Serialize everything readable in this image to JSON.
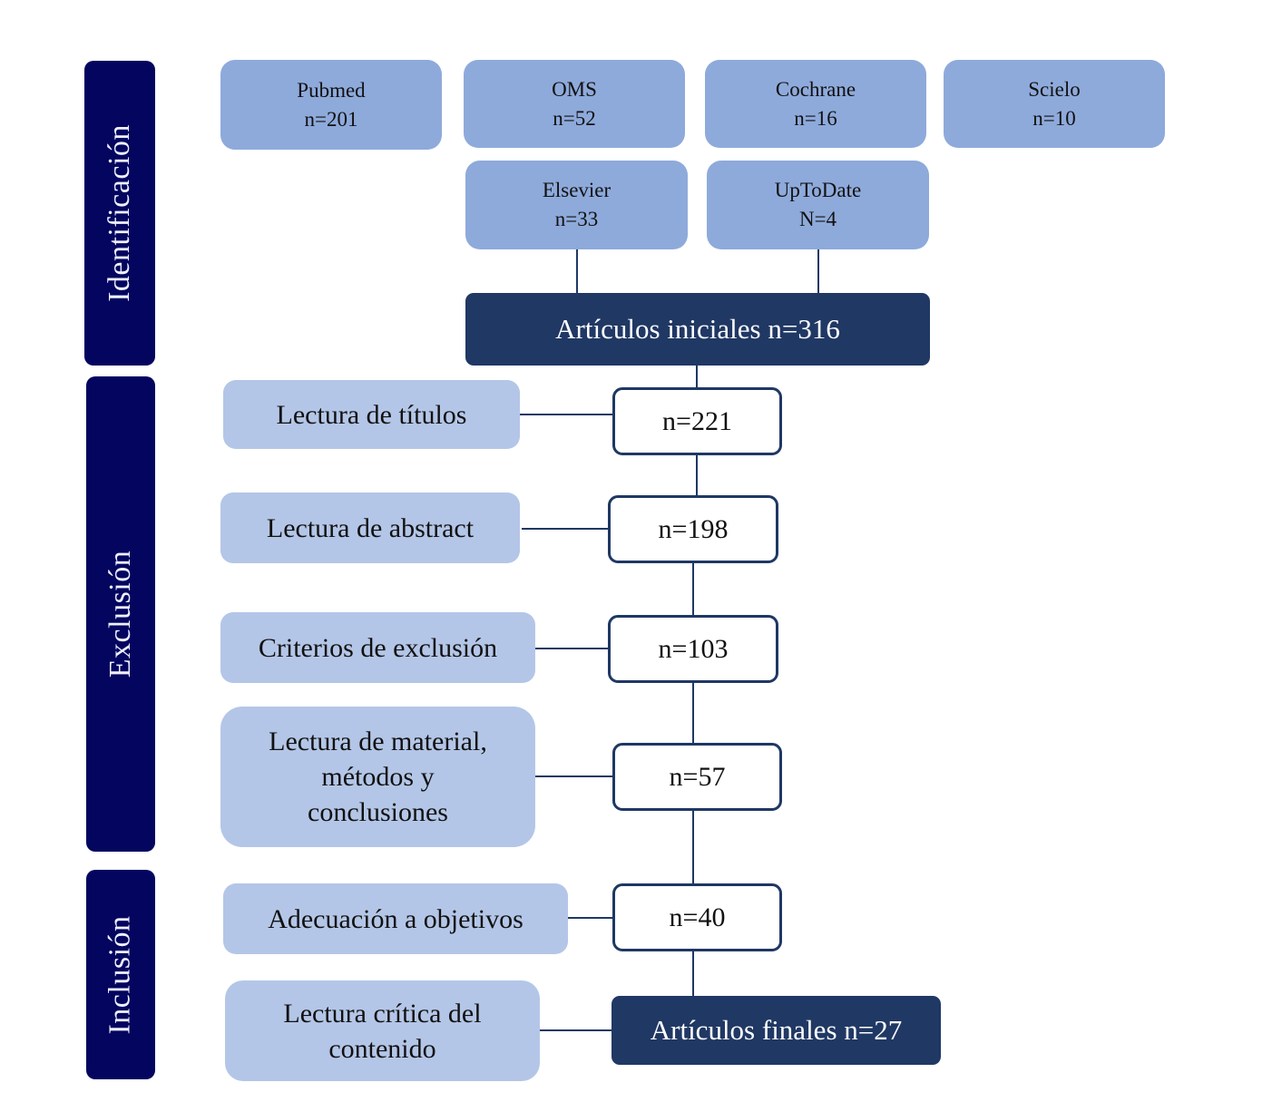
{
  "colors": {
    "phase_bg": "#03055f",
    "source_bg": "#8eaadb",
    "step_bg": "#b4c6e7",
    "result_bg": "#203864",
    "count_border": "#1f3864"
  },
  "phases": {
    "identificacion": "Identificación",
    "exclusion": "Exclusión",
    "inclusion": "Inclusión"
  },
  "sources": [
    {
      "name": "Pubmed",
      "count": "n=201"
    },
    {
      "name": "OMS",
      "count": "n=52"
    },
    {
      "name": "Cochrane",
      "count": "n=16"
    },
    {
      "name": "Scielo",
      "count": "n=10"
    },
    {
      "name": "Elsevier",
      "count": "n=33"
    },
    {
      "name": "UpToDate",
      "count": "N=4"
    }
  ],
  "initial": "Artículos iniciales n=316",
  "steps": [
    {
      "lines": [
        "Lectura de títulos"
      ],
      "count": "n=221"
    },
    {
      "lines": [
        "Lectura de abstract"
      ],
      "count": "n=198"
    },
    {
      "lines": [
        "Criterios de exclusión"
      ],
      "count": "n=103"
    },
    {
      "lines": [
        "Lectura de material,",
        "métodos y",
        "conclusiones"
      ],
      "count": "n=57"
    },
    {
      "lines": [
        "Adecuación a objetivos"
      ],
      "count": "n=40"
    },
    {
      "lines": [
        "Lectura crítica del",
        "contenido"
      ]
    }
  ],
  "final": "Artículos finales n=27"
}
